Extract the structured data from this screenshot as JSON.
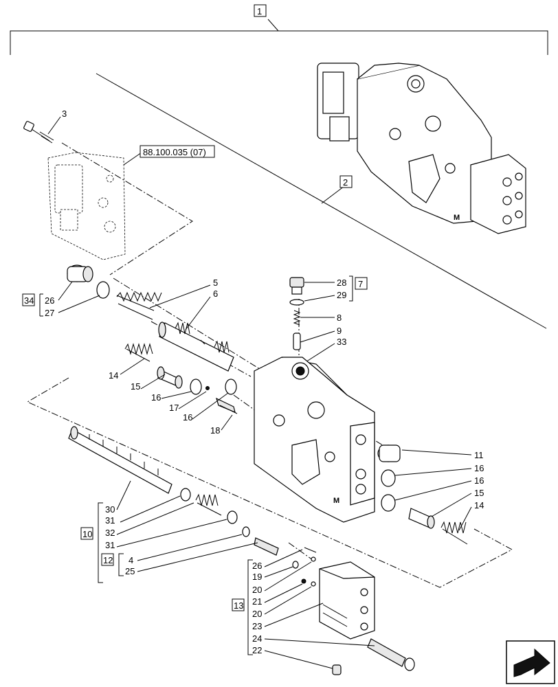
{
  "labels": {
    "n1": "1",
    "n2": "2",
    "n3": "3",
    "ref_doc": "88.100.035 (07)",
    "n34": "34",
    "n26a": "26",
    "n27": "27",
    "n5": "5",
    "n6": "6",
    "n28": "28",
    "n29": "29",
    "n7": "7",
    "n8": "8",
    "n9": "9",
    "n33": "33",
    "n14a": "14",
    "n15a": "15",
    "n16a": "16",
    "n17": "17",
    "n16b": "16",
    "n18": "18",
    "n11": "11",
    "n16c": "16",
    "n16d": "16",
    "n15b": "15",
    "n14b": "14",
    "n30": "30",
    "n31a": "31",
    "n32": "32",
    "n31b": "31",
    "n10": "10",
    "n4": "4",
    "n25": "25",
    "n12": "12",
    "n26b": "26",
    "n19": "19",
    "n20a": "20",
    "n21": "21",
    "n20b": "20",
    "n23": "23",
    "n24": "24",
    "n22": "22",
    "n13": "13"
  },
  "icons": {
    "nav": "next-page-arrow-icon"
  }
}
